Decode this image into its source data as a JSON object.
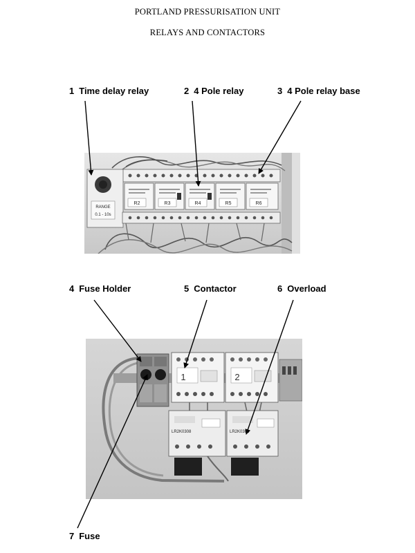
{
  "document": {
    "title": "PORTLAND PRESSURISATION UNIT",
    "subtitle": "RELAYS AND CONTACTORS"
  },
  "callouts": [
    {
      "number": "1",
      "label": "Time delay relay"
    },
    {
      "number": "2",
      "label": "4 Pole relay"
    },
    {
      "number": "3",
      "label": "4 Pole relay base"
    },
    {
      "number": "4",
      "label": "Fuse Holder"
    },
    {
      "number": "5",
      "label": "Contactor"
    },
    {
      "number": "6",
      "label": "Overload"
    },
    {
      "number": "7",
      "label": "Fuse"
    }
  ],
  "photo_relays": {
    "range_label": "RANGE",
    "range_value": "0.1 - 10s",
    "relay_tags": [
      "R2",
      "R3",
      "R4",
      "R5",
      "R6"
    ]
  },
  "photo_contactors": {
    "contactor_numbers": [
      "1",
      "2"
    ],
    "overload_models": [
      "LR2K0308",
      "LR2K0308"
    ]
  }
}
